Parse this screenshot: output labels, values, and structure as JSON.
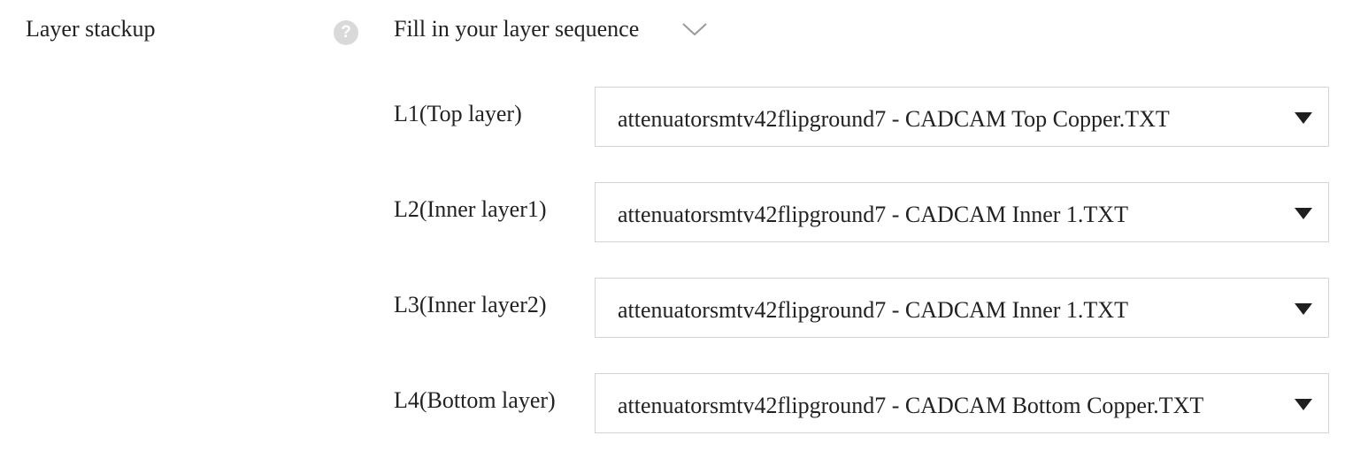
{
  "field": {
    "label": "Layer stackup",
    "help_icon": "question-circle-icon",
    "help_glyph": "?"
  },
  "sequence": {
    "label": "Fill in your layer sequence",
    "icon": "chevron-down-icon"
  },
  "layers": [
    {
      "label": "L1(Top layer)",
      "selected": "attenuatorsmtv42flipground7 - CADCAM Top Copper.TXT"
    },
    {
      "label": "L2(Inner layer1)",
      "selected": "attenuatorsmtv42flipground7 - CADCAM Inner 1.TXT"
    },
    {
      "label": "L3(Inner layer2)",
      "selected": "attenuatorsmtv42flipground7 - CADCAM Inner 1.TXT"
    },
    {
      "label": "L4(Bottom layer)",
      "selected": "attenuatorsmtv42flipground7 - CADCAM Bottom Copper.TXT"
    }
  ],
  "colors": {
    "text": "#222222",
    "border": "#d4d4d4",
    "help_bg": "#d9d9d9",
    "caret": "#1f1f1f",
    "chevron": "#9a9a9a"
  }
}
